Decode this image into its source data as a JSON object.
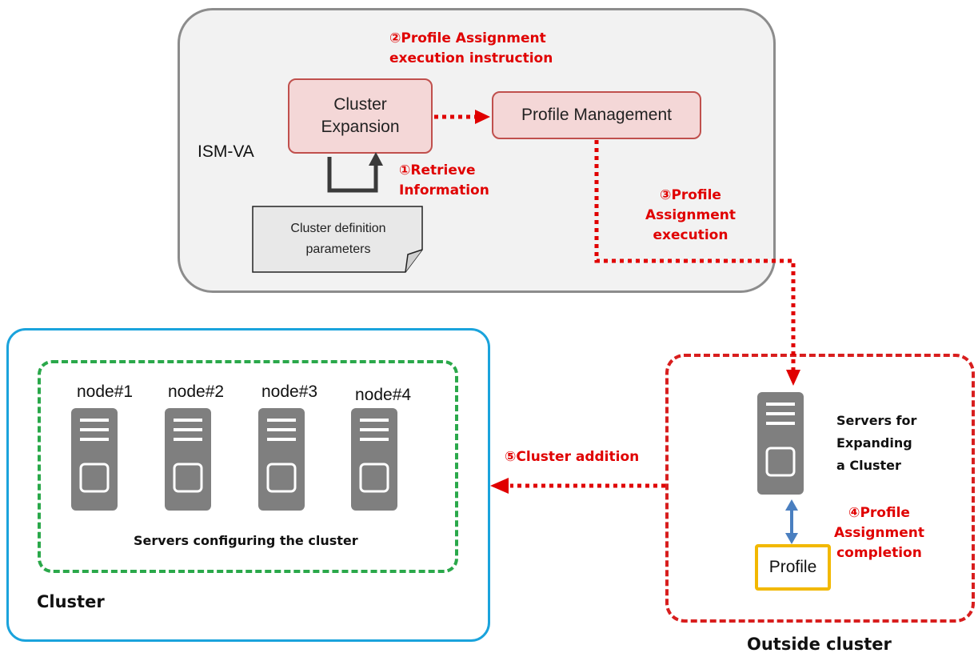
{
  "ismva": {
    "label": "ISM-VA",
    "cluster_expansion": [
      "Cluster",
      "Expansion"
    ],
    "profile_management": "Profile Management",
    "cluster_definition": [
      "Cluster definition",
      "parameters"
    ]
  },
  "steps": {
    "step1": [
      "①Retrieve",
      "Information"
    ],
    "step2": [
      "②Profile Assignment",
      "execution instruction"
    ],
    "step3": [
      "③Profile",
      "Assignment",
      "execution"
    ],
    "step4": [
      "④Profile",
      "Assignment",
      "completion"
    ],
    "step5": "⑤Cluster addition"
  },
  "cluster": {
    "label": "Cluster",
    "servers_caption": "Servers configuring the cluster",
    "nodes": [
      "node#1",
      "node#2",
      "node#3",
      "node#4"
    ]
  },
  "outside": {
    "label": "Outside cluster",
    "server_caption": [
      "Servers for",
      "Expanding",
      "a Cluster"
    ],
    "profile": "Profile"
  },
  "colors": {
    "ismva_border": "#8c8c8c",
    "ismva_fill": "#f2f2f2",
    "box_fill": "#f4d7d7",
    "box_border": "#c0504d",
    "step_red": "#e00000",
    "cluster_border": "#1aa3dc",
    "green_dash": "#2aa84a",
    "red_dash": "#d81e1e",
    "server_gray": "#7f7f7f",
    "profile_border": "#f2b800",
    "arrow_blue": "#4a7fc0"
  },
  "icons": [
    "server-icon",
    "document-icon",
    "loop-arrow-icon",
    "dotted-arrow-icon",
    "bidirectional-arrow-icon"
  ]
}
